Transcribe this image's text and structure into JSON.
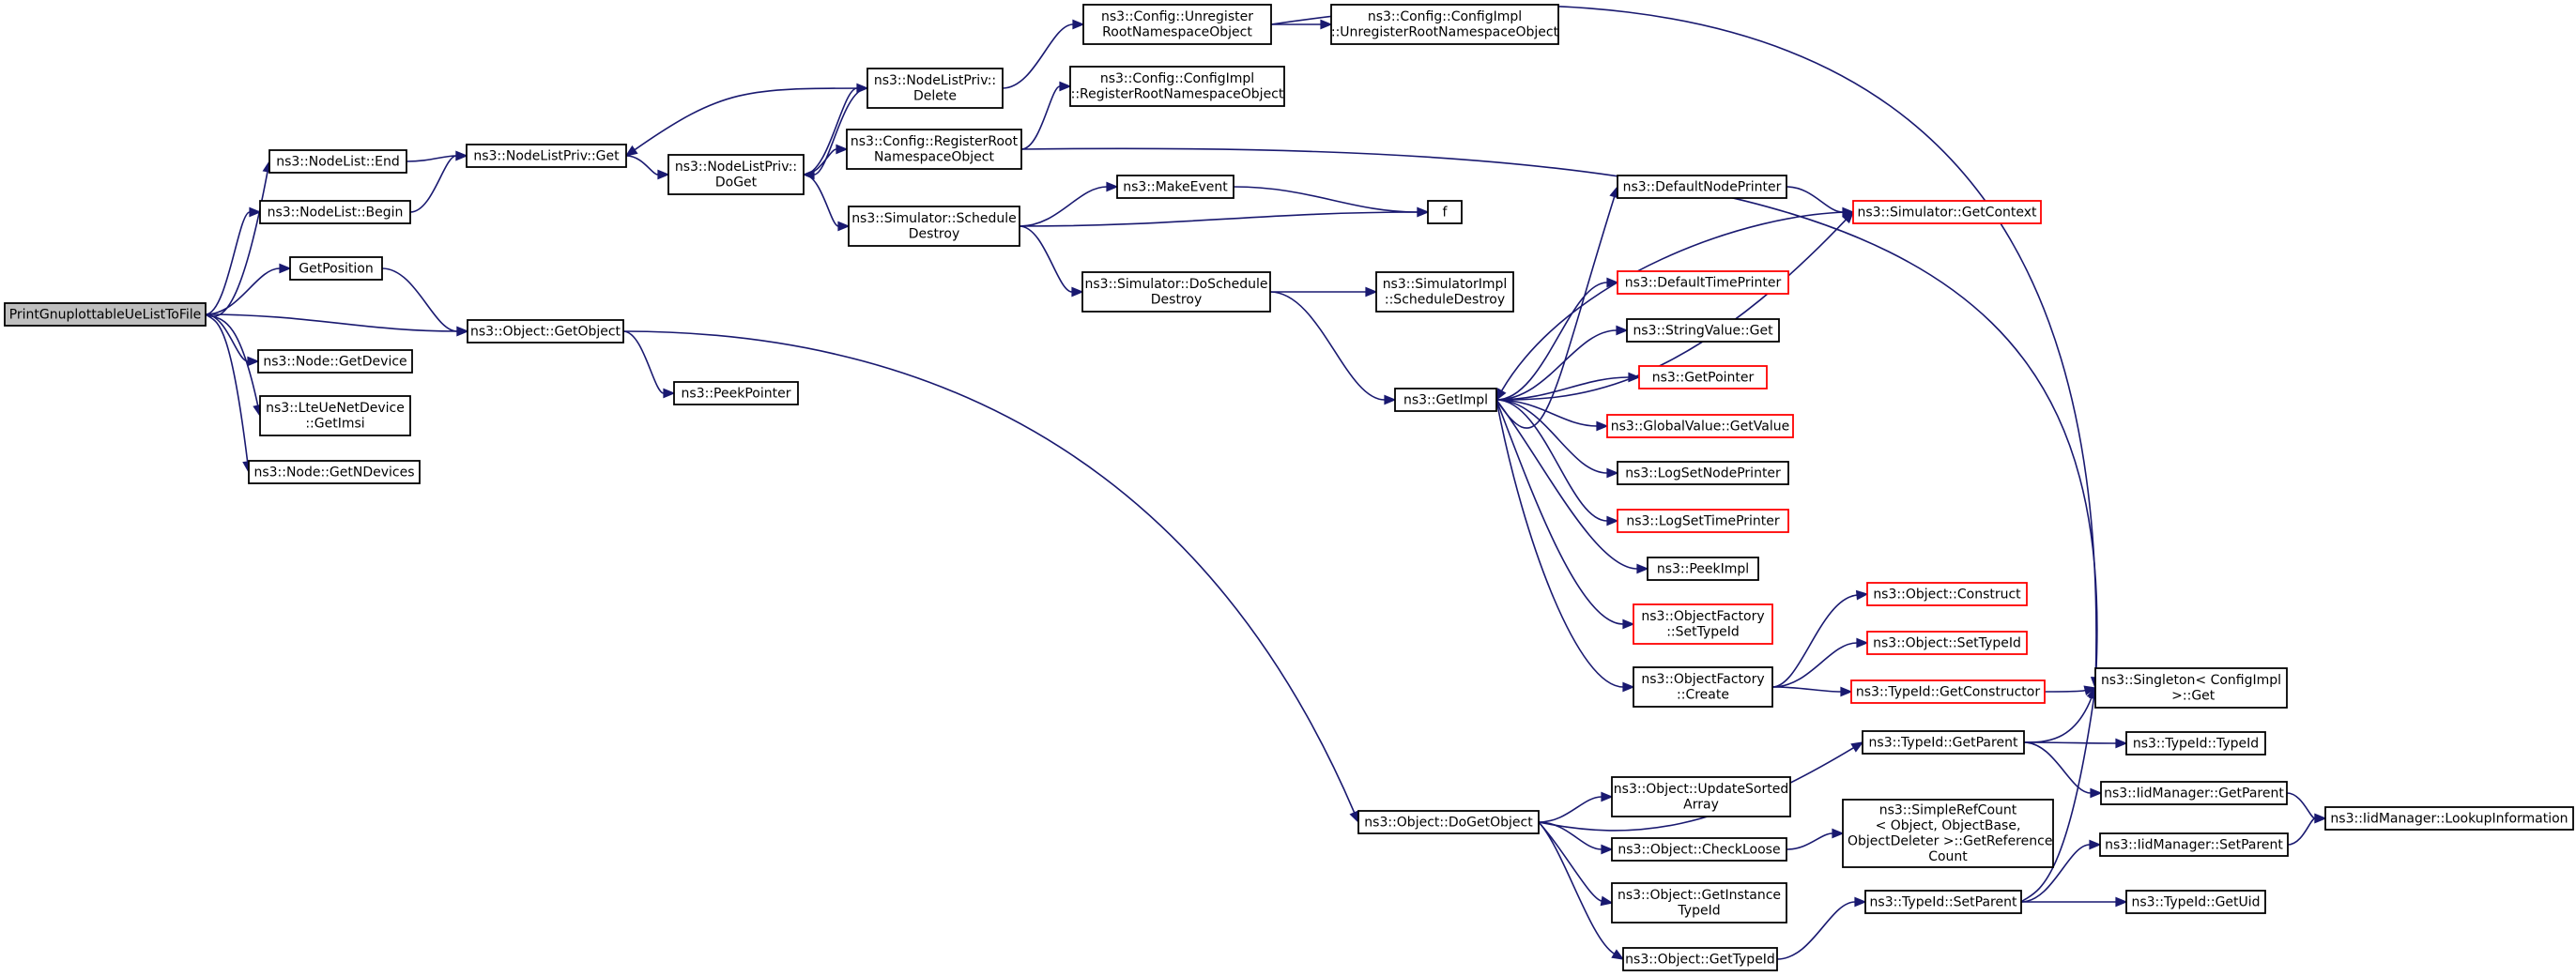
{
  "graph": {
    "colors": {
      "edge": "#191970",
      "node_border": "#000000",
      "truncated_border": "#ff0000",
      "root_fill": "#bfbfbf"
    },
    "nodes": [
      {
        "id": "root",
        "lines": [
          "PrintGnuplottableUeListToFile"
        ],
        "root": true
      },
      {
        "id": "nl_end",
        "lines": [
          "ns3::NodeList::End"
        ]
      },
      {
        "id": "nl_begin",
        "lines": [
          "ns3::NodeList::Begin"
        ]
      },
      {
        "id": "getpos",
        "lines": [
          "GetPosition"
        ]
      },
      {
        "id": "getobj",
        "lines": [
          "ns3::Object::GetObject"
        ]
      },
      {
        "id": "getdev",
        "lines": [
          "ns3::Node::GetDevice"
        ]
      },
      {
        "id": "getimsi",
        "lines": [
          "ns3::LteUeNetDevice",
          "::GetImsi"
        ]
      },
      {
        "id": "getndev",
        "lines": [
          "ns3::Node::GetNDevices"
        ]
      },
      {
        "id": "nlp_get",
        "lines": [
          "ns3::NodeListPriv::Get"
        ]
      },
      {
        "id": "nlp_doget",
        "lines": [
          "ns3::NodeListPriv::",
          "DoGet"
        ]
      },
      {
        "id": "nlp_delete",
        "lines": [
          "ns3::NodeListPriv::",
          "Delete"
        ]
      },
      {
        "id": "unreg",
        "lines": [
          "ns3::Config::Unregister",
          "RootNamespaceObject"
        ]
      },
      {
        "id": "cimpl_unreg",
        "lines": [
          "ns3::Config::ConfigImpl",
          "::UnregisterRootNamespaceObject"
        ]
      },
      {
        "id": "cimpl_reg",
        "lines": [
          "ns3::Config::ConfigImpl",
          "::RegisterRootNamespaceObject"
        ]
      },
      {
        "id": "reg",
        "lines": [
          "ns3::Config::RegisterRoot",
          "NamespaceObject"
        ]
      },
      {
        "id": "sched_destroy",
        "lines": [
          "ns3::Simulator::Schedule",
          "Destroy"
        ]
      },
      {
        "id": "make_event",
        "lines": [
          "ns3::MakeEvent"
        ]
      },
      {
        "id": "f",
        "lines": [
          "f"
        ]
      },
      {
        "id": "do_sched_destroy",
        "lines": [
          "ns3::Simulator::DoSchedule",
          "Destroy"
        ]
      },
      {
        "id": "simimpl_sd",
        "lines": [
          "ns3::SimulatorImpl",
          "::ScheduleDestroy"
        ]
      },
      {
        "id": "peekpointer",
        "lines": [
          "ns3::PeekPointer"
        ]
      },
      {
        "id": "getimpl",
        "lines": [
          "ns3::GetImpl"
        ]
      },
      {
        "id": "defnodeprinter",
        "lines": [
          "ns3::DefaultNodePrinter"
        ]
      },
      {
        "id": "sim_getcontext",
        "lines": [
          "ns3::Simulator::GetContext"
        ],
        "red": true
      },
      {
        "id": "deftimeprinter",
        "lines": [
          "ns3::DefaultTimePrinter"
        ],
        "red": true
      },
      {
        "id": "strval_get",
        "lines": [
          "ns3::StringValue::Get"
        ]
      },
      {
        "id": "getpointer",
        "lines": [
          "ns3::GetPointer"
        ],
        "red": true
      },
      {
        "id": "gv_getvalue",
        "lines": [
          "ns3::GlobalValue::GetValue"
        ],
        "red": true
      },
      {
        "id": "logsetnode",
        "lines": [
          "ns3::LogSetNodePrinter"
        ]
      },
      {
        "id": "logsettime",
        "lines": [
          "ns3::LogSetTimePrinter"
        ],
        "red": true
      },
      {
        "id": "peekimpl",
        "lines": [
          "ns3::PeekImpl"
        ]
      },
      {
        "id": "of_settypeid",
        "lines": [
          "ns3::ObjectFactory",
          "::SetTypeId"
        ],
        "red": true
      },
      {
        "id": "of_create",
        "lines": [
          "ns3::ObjectFactory",
          "::Create"
        ]
      },
      {
        "id": "obj_construct",
        "lines": [
          "ns3::Object::Construct"
        ],
        "red": true
      },
      {
        "id": "obj_settypeid",
        "lines": [
          "ns3::Object::SetTypeId"
        ],
        "red": true
      },
      {
        "id": "tid_getctor",
        "lines": [
          "ns3::TypeId::GetConstructor"
        ],
        "red": true
      },
      {
        "id": "singleton",
        "lines": [
          "ns3::Singleton< ConfigImpl",
          " >::Get"
        ]
      },
      {
        "id": "tid_getparent",
        "lines": [
          "ns3::TypeId::GetParent"
        ]
      },
      {
        "id": "tid_typeid",
        "lines": [
          "ns3::TypeId::TypeId"
        ]
      },
      {
        "id": "iid_getparent",
        "lines": [
          "ns3::IidManager::GetParent"
        ]
      },
      {
        "id": "iid_lookup",
        "lines": [
          "ns3::IidManager::LookupInformation"
        ]
      },
      {
        "id": "dogetobject",
        "lines": [
          "ns3::Object::DoGetObject"
        ]
      },
      {
        "id": "updsorted",
        "lines": [
          "ns3::Object::UpdateSorted",
          "Array"
        ]
      },
      {
        "id": "checkloose",
        "lines": [
          "ns3::Object::CheckLoose"
        ]
      },
      {
        "id": "simplerefcount",
        "lines": [
          "ns3::SimpleRefCount",
          "< Object, ObjectBase,",
          " ObjectDeleter >::GetReference",
          "Count"
        ]
      },
      {
        "id": "getinsttypeid",
        "lines": [
          "ns3::Object::GetInstance",
          "TypeId"
        ]
      },
      {
        "id": "obj_gettypeid",
        "lines": [
          "ns3::Object::GetTypeId"
        ]
      },
      {
        "id": "tid_setparent",
        "lines": [
          "ns3::TypeId::SetParent"
        ]
      },
      {
        "id": "iid_setparent",
        "lines": [
          "ns3::IidManager::SetParent"
        ]
      },
      {
        "id": "tid_getuid",
        "lines": [
          "ns3::TypeId::GetUid"
        ]
      }
    ],
    "edges": [
      [
        "root",
        "nl_end"
      ],
      [
        "root",
        "nl_begin"
      ],
      [
        "root",
        "getpos"
      ],
      [
        "root",
        "getobj"
      ],
      [
        "root",
        "getdev"
      ],
      [
        "root",
        "getimsi"
      ],
      [
        "root",
        "getndev"
      ],
      [
        "nl_end",
        "nlp_get"
      ],
      [
        "nl_begin",
        "nlp_get"
      ],
      [
        "getpos",
        "getobj"
      ],
      [
        "getobj",
        "peekpointer"
      ],
      [
        "getobj",
        "dogetobject"
      ],
      [
        "nlp_get",
        "nlp_doget"
      ],
      [
        "nlp_doget",
        "nlp_delete"
      ],
      [
        "nlp_doget",
        "reg"
      ],
      [
        "nlp_doget",
        "sched_destroy"
      ],
      [
        "nlp_delete",
        "nlp_get"
      ],
      [
        "nlp_delete",
        "nlp_doget"
      ],
      [
        "nlp_delete",
        "unreg"
      ],
      [
        "unreg",
        "cimpl_unreg"
      ],
      [
        "unreg",
        "singleton"
      ],
      [
        "reg",
        "cimpl_reg"
      ],
      [
        "reg",
        "singleton"
      ],
      [
        "sched_destroy",
        "make_event"
      ],
      [
        "sched_destroy",
        "f"
      ],
      [
        "sched_destroy",
        "do_sched_destroy"
      ],
      [
        "make_event",
        "f"
      ],
      [
        "do_sched_destroy",
        "simimpl_sd"
      ],
      [
        "do_sched_destroy",
        "getimpl"
      ],
      [
        "getimpl",
        "defnodeprinter"
      ],
      [
        "getimpl",
        "sim_getcontext"
      ],
      [
        "getimpl",
        "deftimeprinter"
      ],
      [
        "getimpl",
        "strval_get"
      ],
      [
        "getimpl",
        "getpointer"
      ],
      [
        "getimpl",
        "gv_getvalue"
      ],
      [
        "getimpl",
        "logsetnode"
      ],
      [
        "getimpl",
        "logsettime"
      ],
      [
        "getimpl",
        "peekimpl"
      ],
      [
        "getimpl",
        "of_settypeid"
      ],
      [
        "getimpl",
        "of_create"
      ],
      [
        "defnodeprinter",
        "sim_getcontext"
      ],
      [
        "sim_getcontext",
        "getimpl"
      ],
      [
        "of_create",
        "obj_construct"
      ],
      [
        "of_create",
        "obj_settypeid"
      ],
      [
        "of_create",
        "tid_getctor"
      ],
      [
        "tid_getctor",
        "singleton"
      ],
      [
        "dogetobject",
        "tid_getparent"
      ],
      [
        "dogetobject",
        "updsorted"
      ],
      [
        "dogetobject",
        "checkloose"
      ],
      [
        "dogetobject",
        "getinsttypeid"
      ],
      [
        "dogetobject",
        "obj_gettypeid"
      ],
      [
        "checkloose",
        "simplerefcount"
      ],
      [
        "obj_gettypeid",
        "tid_setparent"
      ],
      [
        "tid_getparent",
        "singleton"
      ],
      [
        "tid_getparent",
        "tid_typeid"
      ],
      [
        "tid_getparent",
        "iid_getparent"
      ],
      [
        "iid_getparent",
        "iid_lookup"
      ],
      [
        "tid_setparent",
        "singleton"
      ],
      [
        "tid_setparent",
        "iid_setparent"
      ],
      [
        "tid_setparent",
        "tid_getuid"
      ],
      [
        "iid_setparent",
        "iid_lookup"
      ]
    ]
  }
}
